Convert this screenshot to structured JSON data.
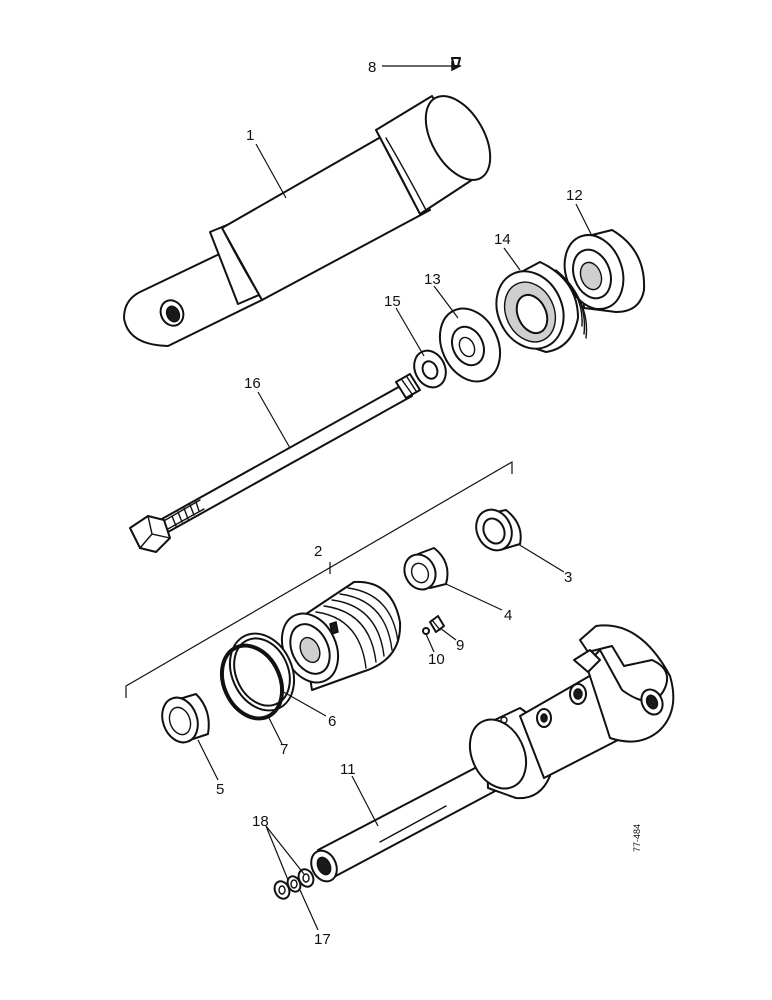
{
  "diagram": {
    "reference_code": "77-484",
    "callouts": {
      "c1": "1",
      "c2": "2",
      "c3": "3",
      "c4": "4",
      "c5": "5",
      "c6": "6",
      "c7": "7",
      "c8": "8",
      "c9": "9",
      "c10": "10",
      "c11": "11",
      "c12": "12",
      "c13": "13",
      "c14": "14",
      "c15": "15",
      "c16": "16",
      "c17": "17",
      "c18": "18"
    }
  }
}
